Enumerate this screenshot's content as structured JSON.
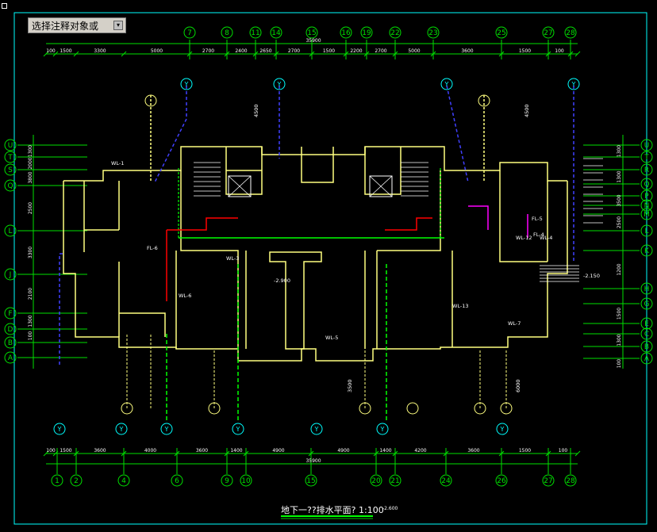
{
  "prompt": {
    "text": "选择注释对象或",
    "icon": "dropdown-arrow-icon"
  },
  "colors": {
    "grid": "#00e000",
    "wall": "#ffff80",
    "pipe_blue": "#4040ff",
    "pipe_green": "#00ff00",
    "pipe_red": "#ff0000",
    "pipe_magenta": "#ff00ff",
    "text": "#ffffff",
    "cyan": "#00ffff"
  },
  "axes": {
    "top_labels": [
      "7",
      "8",
      "11",
      "14",
      "15",
      "16",
      "19",
      "22",
      "23",
      "25",
      "27",
      "28"
    ],
    "bottom_labels": [
      "1",
      "2",
      "4",
      "6",
      "9",
      "10",
      "15",
      "20",
      "21",
      "24",
      "26",
      "27",
      "28"
    ],
    "left_labels": [
      "U",
      "T",
      "S",
      "Q",
      "L",
      "J",
      "F",
      "D",
      "B",
      "A"
    ],
    "right_labels": [
      "U",
      "T",
      "R",
      "Q",
      "P",
      "N",
      "M",
      "L",
      "K",
      "H",
      "G",
      "E",
      "C",
      "B",
      "A"
    ]
  },
  "dimensions": {
    "top": [
      "100",
      "1500",
      "3300",
      "5000",
      "2700",
      "2400",
      "2650",
      "2700",
      "1500",
      "2200",
      "2700",
      "5000",
      "3600",
      "1500",
      "100"
    ],
    "top_total": "35900",
    "bottom": [
      "100",
      "1500",
      "3600",
      "4000",
      "3600",
      "1400",
      "4900",
      "4900",
      "1400",
      "4200",
      "3600",
      "1500",
      "100"
    ],
    "bottom_total": "35900",
    "left": [
      "1300",
      "2000",
      "3800",
      "2500",
      "3300",
      "2100",
      "1300",
      "100"
    ],
    "right": [
      "1300",
      "1300",
      "3500",
      "2500",
      "1200",
      "1500",
      "1300",
      "100"
    ]
  },
  "notes": {
    "elev_center": "-2.900",
    "elev_right": "-2.150",
    "dim_4500_a": "4500",
    "dim_4500_b": "4500",
    "dim_3500": "3500",
    "dim_6000": "6000"
  },
  "pipe_labels": [
    "WL-1",
    "WL-6",
    "WL-3",
    "WL-5",
    "WL-13",
    "WL-7",
    "WL-12",
    "WL-4",
    "FL-5",
    "FL-6",
    "FL-4"
  ],
  "title": {
    "text": "地下一??排水平面? 1:100",
    "elev": "-2.600"
  }
}
